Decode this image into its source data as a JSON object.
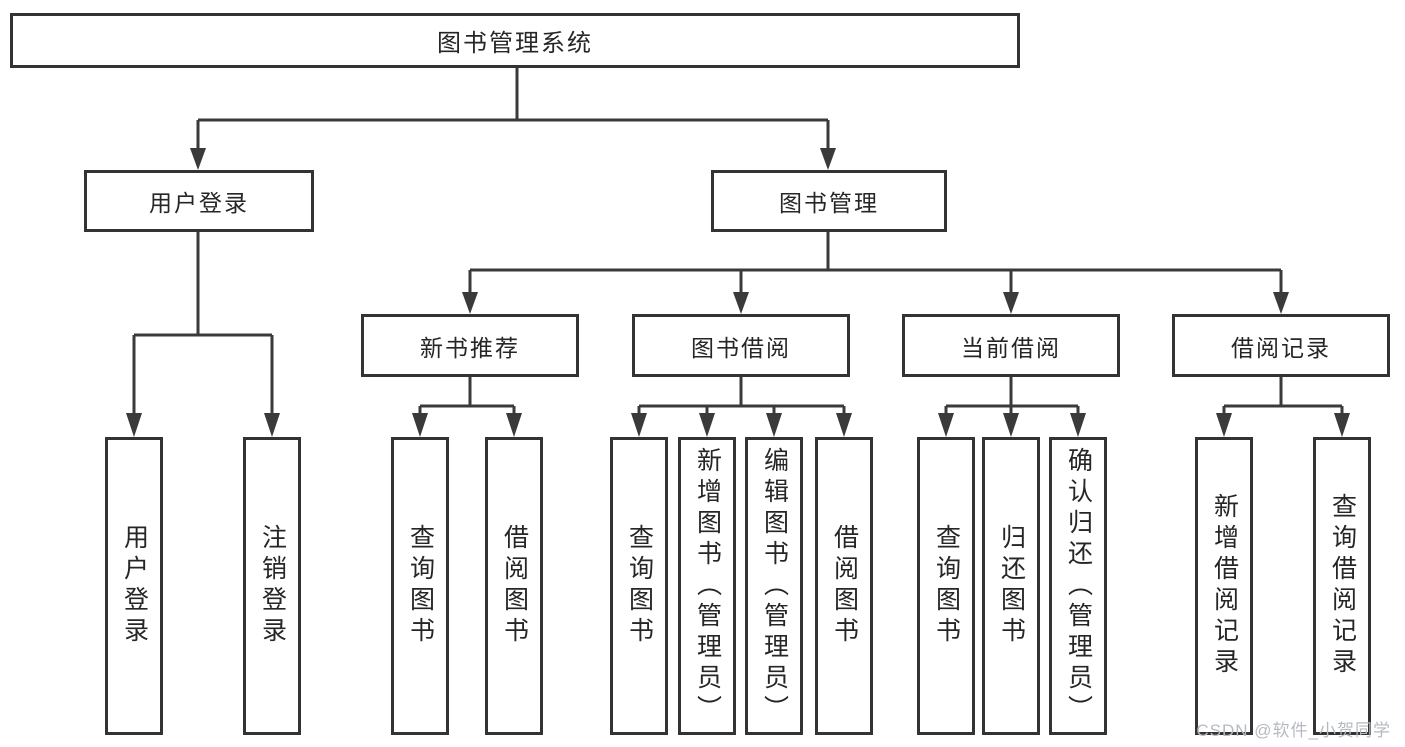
{
  "tree": {
    "root": {
      "label": "图书管理系统",
      "children": [
        {
          "label": "用户登录",
          "children": [
            {
              "label": "用户登录"
            },
            {
              "label": "注销登录"
            }
          ]
        },
        {
          "label": "图书管理",
          "children": [
            {
              "label": "新书推荐",
              "children": [
                {
                  "label": "查询图书"
                },
                {
                  "label": "借阅图书"
                }
              ]
            },
            {
              "label": "图书借阅",
              "children": [
                {
                  "label": "查询图书"
                },
                {
                  "label": "新增图书（管理员）"
                },
                {
                  "label": "编辑图书（管理员）"
                },
                {
                  "label": "借阅图书"
                }
              ]
            },
            {
              "label": "当前借阅",
              "children": [
                {
                  "label": "查询图书"
                },
                {
                  "label": "归还图书"
                },
                {
                  "label": "确认归还（管理员）"
                }
              ]
            },
            {
              "label": "借阅记录",
              "children": [
                {
                  "label": "新增借阅记录"
                },
                {
                  "label": "查询借阅记录"
                }
              ]
            }
          ]
        }
      ]
    }
  },
  "watermark": {
    "text": "CSDN @软件_小贺同学"
  },
  "colors": {
    "line": "#3a3a3a",
    "box_border": "#333333",
    "box_fill": "#ffffff",
    "text": "#262626",
    "watermark": "#b6bac0"
  }
}
